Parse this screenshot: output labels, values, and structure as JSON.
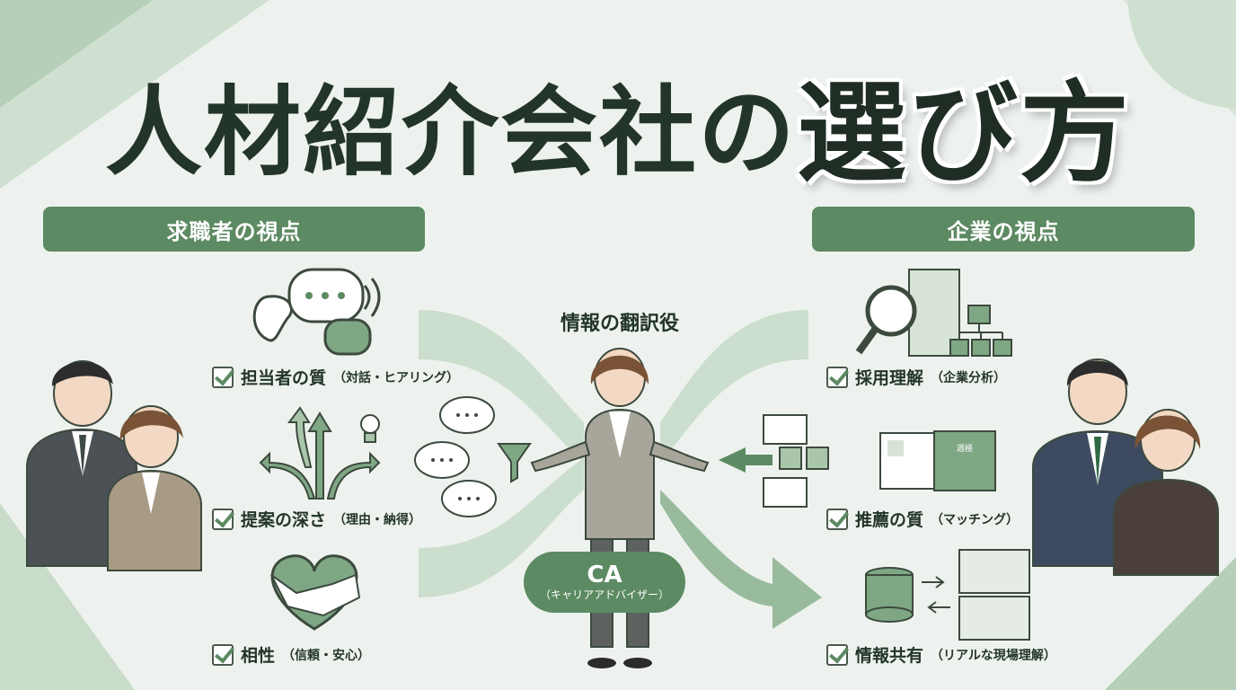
{
  "title": {
    "main": "人材紹介会社の",
    "emphasis": "選び方"
  },
  "sections": {
    "jobseeker": {
      "header": "求職者の視点",
      "items": [
        {
          "label": "担当者の質",
          "sub": "（対話・ヒアリング）"
        },
        {
          "label": "提案の深さ",
          "sub": "（理由・納得）"
        },
        {
          "label": "相性",
          "sub": "（信頼・安心）"
        }
      ]
    },
    "company": {
      "header": "企業の視点",
      "items": [
        {
          "label": "採用理解",
          "sub": "（企業分析）"
        },
        {
          "label": "推薦の質",
          "sub": "（マッチング）"
        },
        {
          "label": "情報共有",
          "sub": "（リアルな現場理解）"
        }
      ]
    }
  },
  "center": {
    "label": "情報の翻訳役",
    "ca_main": "CA",
    "ca_sub": "（キャリアアドバイザー）"
  },
  "puzzle_label": "週極",
  "colors": {
    "accent": "#5c8a62",
    "light_green": "#a9c6ab",
    "background": "#eef2ee",
    "text": "#23352a"
  }
}
